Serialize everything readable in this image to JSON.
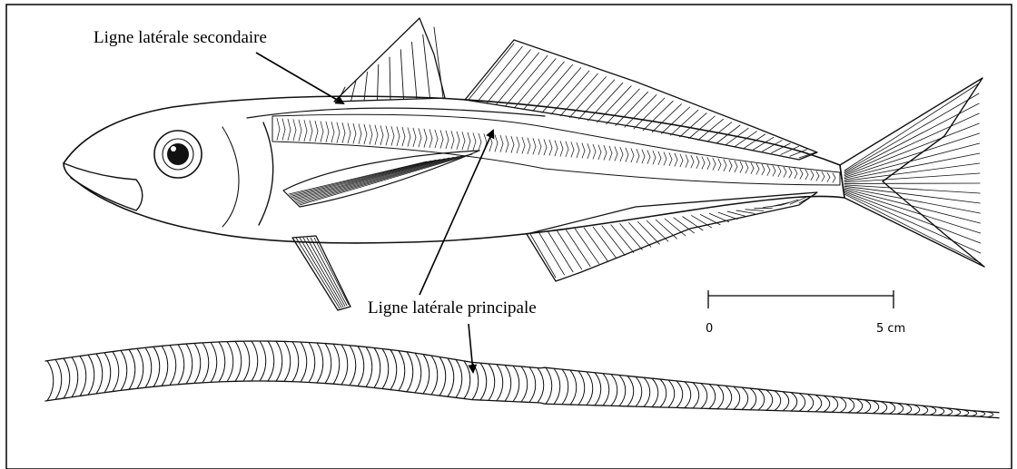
{
  "labels": {
    "secondary": "Ligne latérale secondaire",
    "principal": "Ligne latérale principale"
  },
  "scale_bar": {
    "start_label": "0",
    "end_label": "5 cm"
  },
  "colors": {
    "ink": "#111111",
    "background": "#ffffff"
  }
}
